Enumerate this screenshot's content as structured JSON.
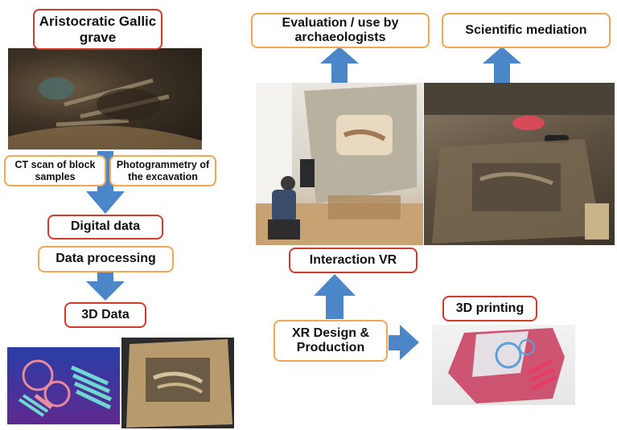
{
  "labels": {
    "grave": "Aristocratic Gallic grave",
    "ct_scan": "CT scan of block samples",
    "photogrammetry": "Photogrammetry of the excavation",
    "digital_data": "Digital data",
    "data_processing": "Data processing",
    "data_3d": "3D Data",
    "evaluation": "Evaluation / use by archaeologists",
    "mediation": "Scientific mediation",
    "interaction_vr": "Interaction VR",
    "xr_design": "XR Design & Production",
    "printing": "3D printing"
  },
  "colors": {
    "arrow": "#4a86c8",
    "border_red": "#d23a2a",
    "border_orange": "#f2a654"
  }
}
